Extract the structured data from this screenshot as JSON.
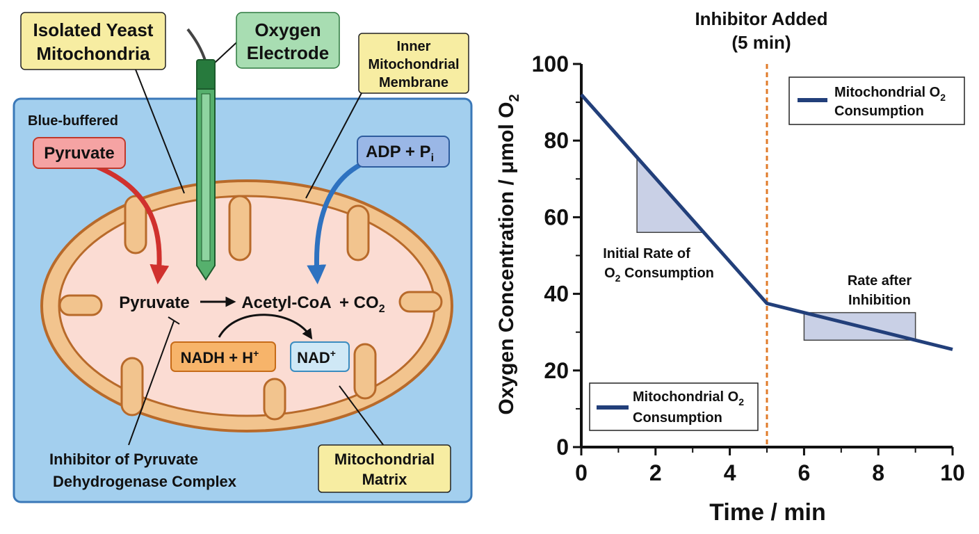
{
  "diagram": {
    "label_isolated_line1": "Isolated Yeast",
    "label_isolated_line2": "Mitochondria",
    "label_electrode_line1": "Oxygen",
    "label_electrode_line2": "Electrode",
    "label_membrane_line1": "Inner",
    "label_membrane_line2": "Mitochondrial",
    "label_membrane_line3": "Membrane",
    "label_buffer": "Blue-buffered",
    "label_pyruvate_box": "Pyruvate",
    "label_adp": "ADP + P",
    "label_adp_sub": "i",
    "reaction_pyruvate": "Pyruvate",
    "reaction_acetyl": "Acetyl-CoA",
    "reaction_co2": "+ CO",
    "reaction_co2_sub": "2",
    "label_nadh": "NADH + H",
    "label_nadh_sup": "+",
    "label_nad": "NAD",
    "label_nad_sup": "+",
    "label_inhibitor_line1": "Inhibitor of Pyruvate",
    "label_inhibitor_line2": "Dehydrogenase Complex",
    "label_matrix_line1": "Mitochondrial",
    "label_matrix_line2": "Matrix",
    "colors": {
      "buffer_bg": "#a3cfee",
      "buffer_border": "#3a78b8",
      "outer_membrane": "#f2c48e",
      "membrane_edge": "#b86a2a",
      "matrix": "#fbdcd3",
      "pyruvate_arrow": "#d0312e",
      "adp_arrow": "#2e72c0",
      "electrode": "#3f9a55"
    }
  },
  "chart_data": {
    "type": "line",
    "annotation_line1": "Inhibitor Added",
    "annotation_line2": "(5 min)",
    "annotation_x": 5,
    "xlabel": "Time / min",
    "ylabel": "Oxygen Concentration / μmol O",
    "ylabel_sub": "2",
    "xlim": [
      0,
      10
    ],
    "ylim": [
      0,
      100
    ],
    "x_ticks": [
      "0",
      "2",
      "4",
      "6",
      "8",
      "10"
    ],
    "y_ticks": [
      "0",
      "20",
      "40",
      "60",
      "80",
      "100"
    ],
    "x": [
      0,
      5,
      10
    ],
    "series": [
      {
        "name": "Mitochondrial O2 Consumption",
        "values": [
          92,
          37.5,
          25.5
        ]
      }
    ],
    "legend_line1": "Mitochondrial O",
    "legend_line1_sub": "2",
    "legend_line2": "Consumption",
    "note_initial_line1": "Initial Rate of",
    "note_initial_line2_pre": "O",
    "note_initial_line2_sub": "2",
    "note_initial_line2_post": " Consumption",
    "note_after_line1": "Rate after",
    "note_after_line2": "Inhibition",
    "grid": false,
    "colors": {
      "line": "#223f7a",
      "marker_line": "#e07b2a",
      "triangle_fill": "#c9d0e6"
    }
  }
}
